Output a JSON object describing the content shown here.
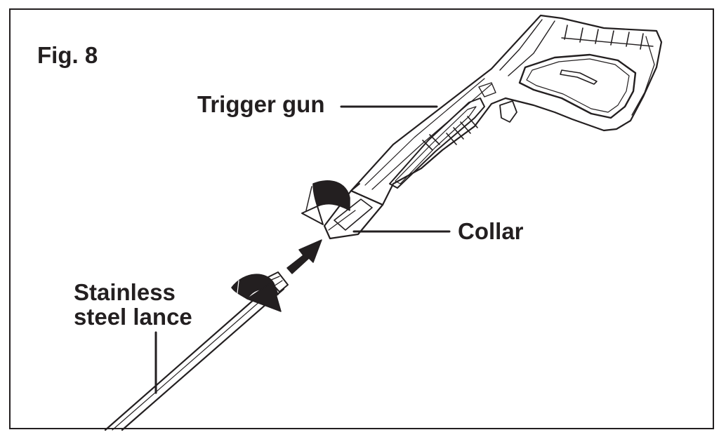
{
  "figure": {
    "title": "Fig. 8",
    "labels": {
      "trigger_gun": "Trigger gun",
      "collar": "Collar",
      "lance_line1": "Stainless",
      "lance_line2": "steel lance"
    }
  },
  "colors": {
    "ink": "#231f20",
    "paper": "#ffffff"
  }
}
